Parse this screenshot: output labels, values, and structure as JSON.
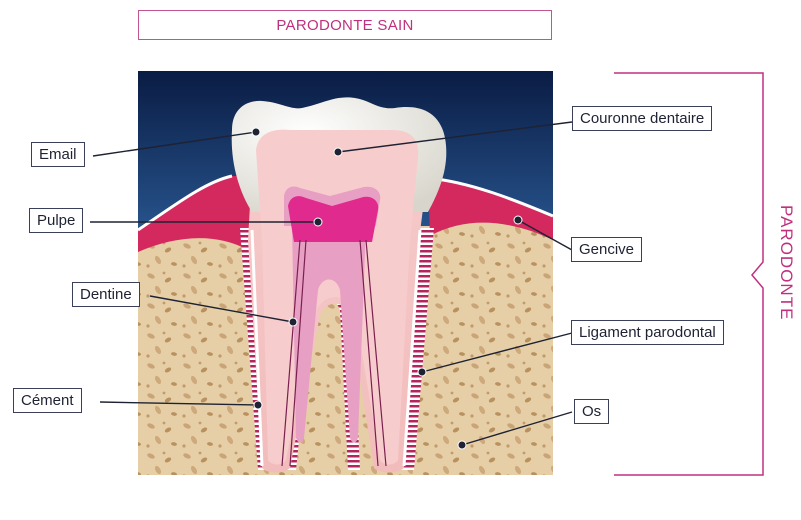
{
  "title": "PARODONTE SAIN",
  "side_label": "PARODONTE",
  "labels": {
    "email": "Email",
    "couronne": "Couronne dentaire",
    "pulpe": "Pulpe",
    "gencive": "Gencive",
    "dentine": "Dentine",
    "ligament": "Ligament parodontal",
    "cement": "Cément",
    "os": "Os"
  },
  "colors": {
    "accent": "#c0307e",
    "bone": "#e6cfa6",
    "gum": "#d4295f",
    "pulp": "#e02a8e",
    "enamel": "#f2f2ee",
    "background_top": "#0a1c44",
    "background_bottom": "#a8d2ee"
  }
}
